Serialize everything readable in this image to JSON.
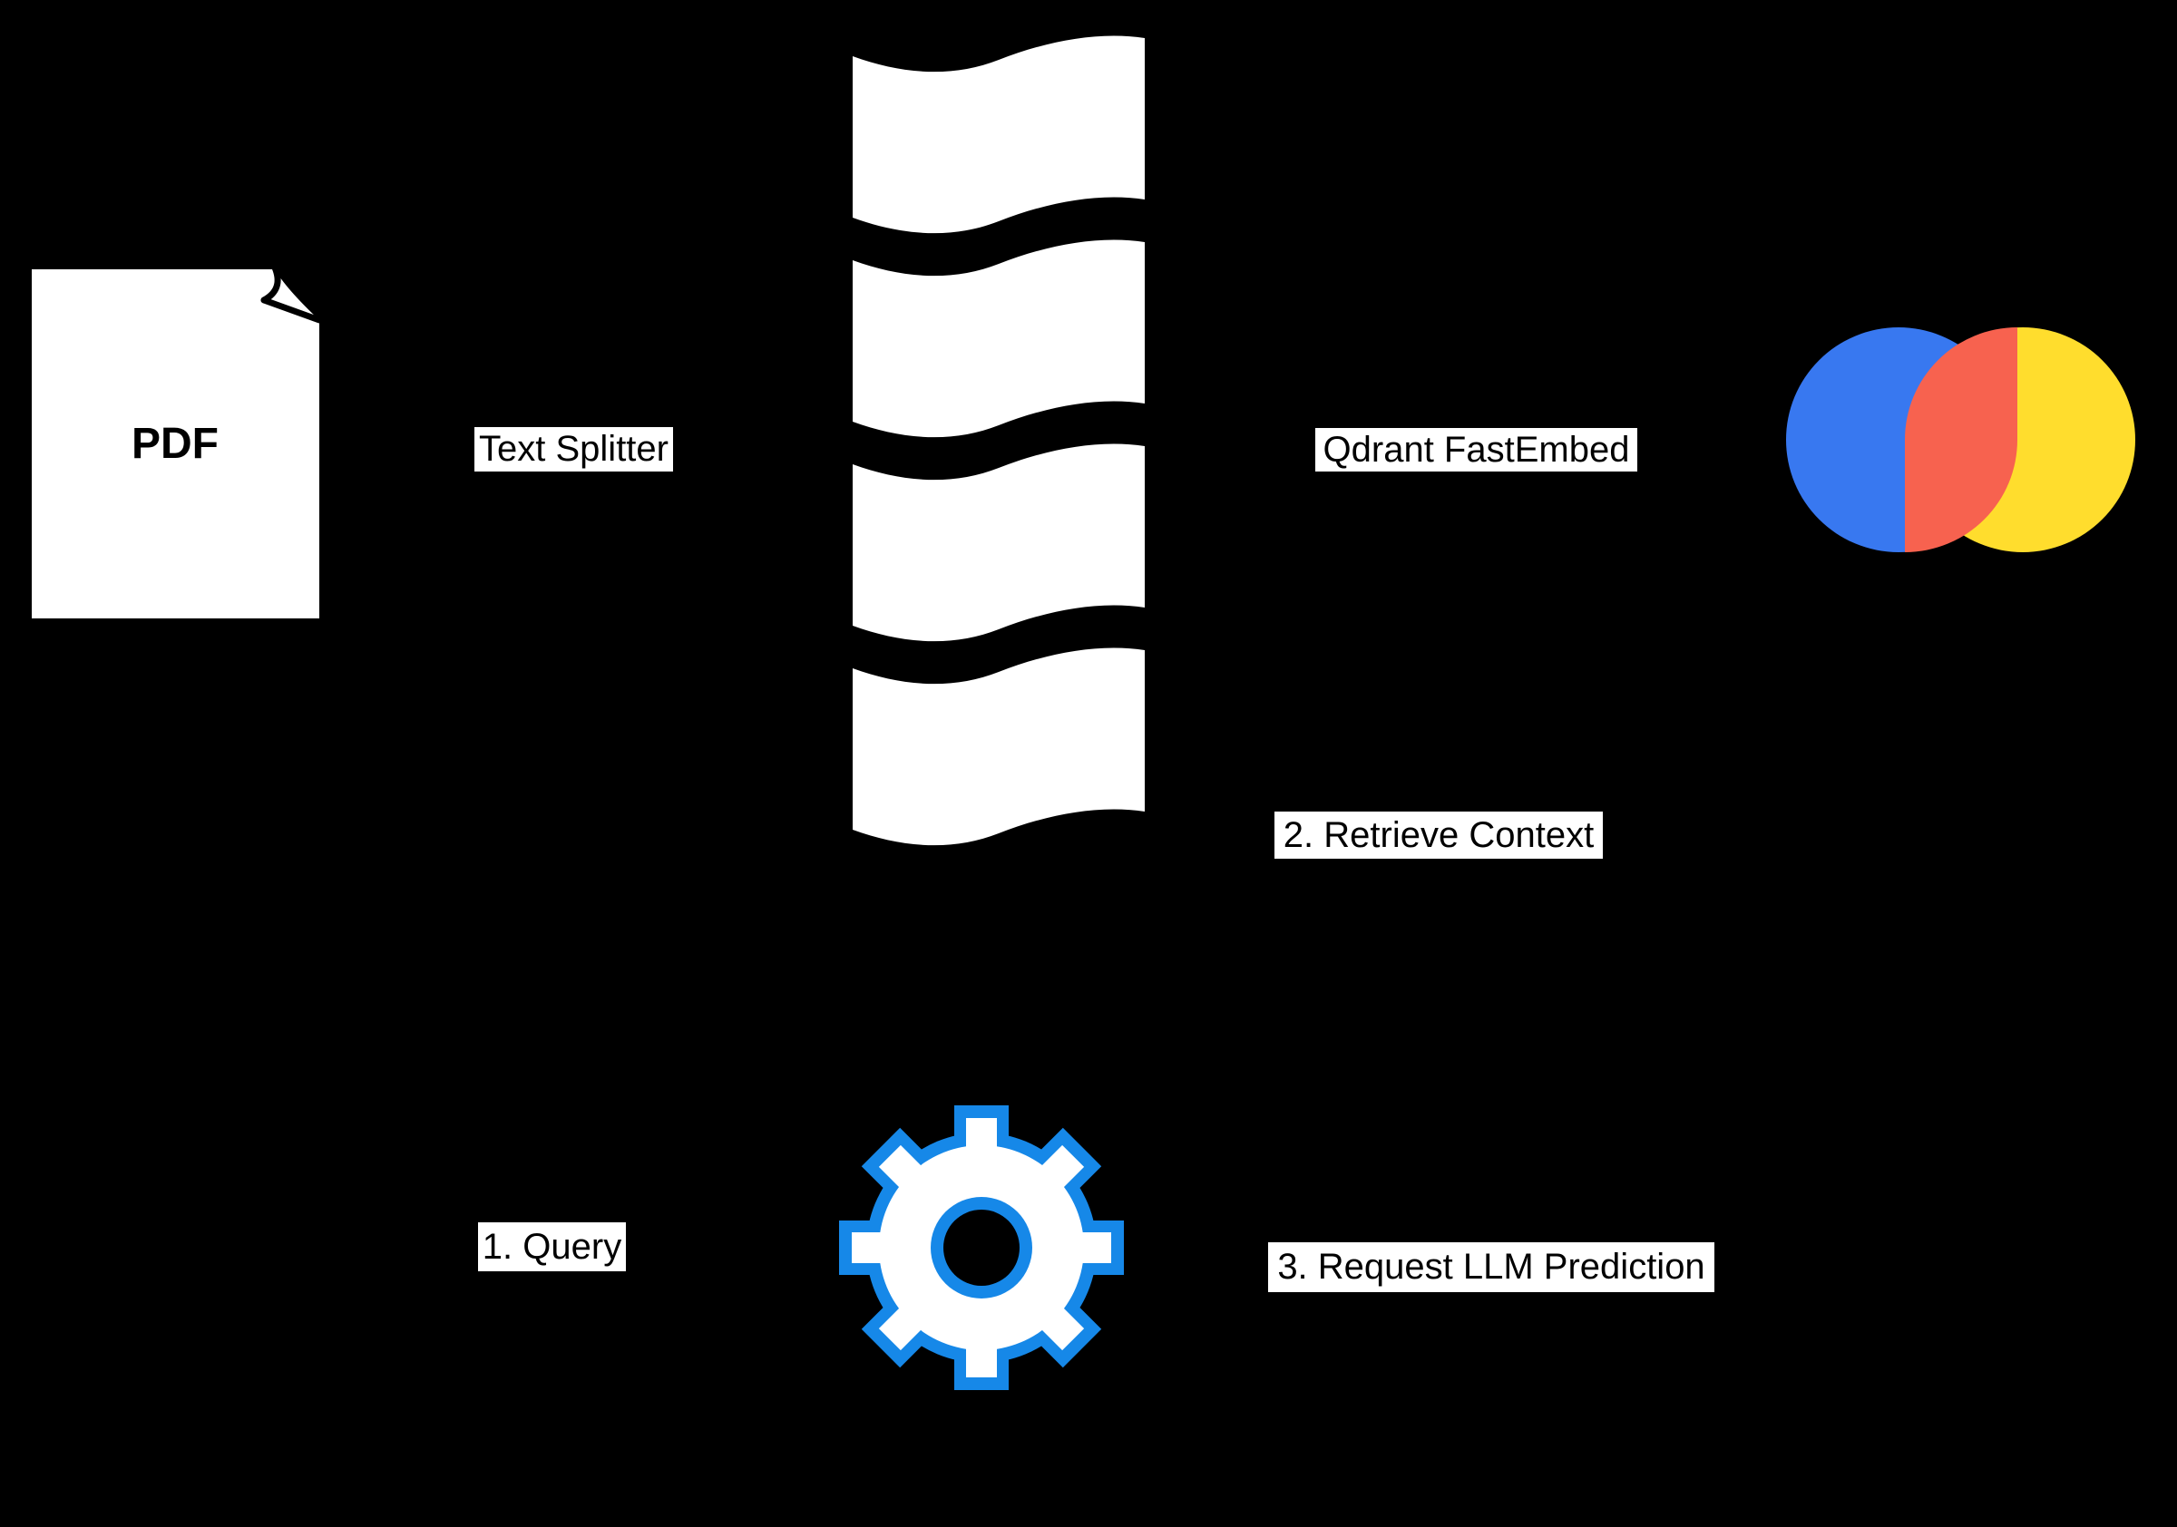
{
  "diagram": {
    "pdf_icon": {
      "label": "PDF"
    },
    "edge_labels": {
      "text_splitter": "Text Splitter",
      "qdrant_fastembed": "Qdrant FastEmbed",
      "retrieve_context": "2. Retrieve Context",
      "query": "1. Query",
      "request_llm_prediction": "3. Request LLM Prediction"
    },
    "icons": {
      "pdf_document": "pdf-document-icon",
      "document_chunks": "document-chunks-stack-icon",
      "vector_store_logo": "overlapping-circles-logo",
      "gear": "gear-icon"
    },
    "colors": {
      "background": "#000000",
      "shape_white": "#ffffff",
      "ink": "#000000",
      "logo_blue": "#3878F0",
      "logo_red": "#F7624F",
      "logo_yellow": "#FFDD2D",
      "gear_blue": "#1688E8"
    }
  }
}
